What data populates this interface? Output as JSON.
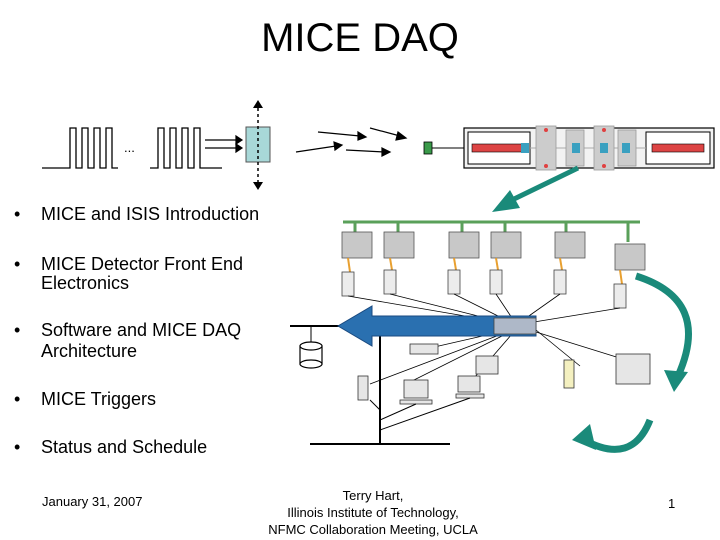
{
  "slide": {
    "title": "MICE DAQ",
    "pulse_ellipsis": "...",
    "bullets": [
      {
        "text": "MICE and ISIS Introduction"
      },
      {
        "text": "MICE Detector Front End",
        "text2": "Electronics"
      },
      {
        "text": "Software and MICE DAQ",
        "text2": "Architecture"
      },
      {
        "text": "MICE Triggers"
      },
      {
        "text": "Status and Schedule"
      }
    ],
    "bullet_glyph": "•",
    "footer": {
      "date": "January 31, 2007",
      "author_line1": "Terry Hart,",
      "author_line2": "Illinois Institute of Technology,",
      "author_line3": "NFMC Collaboration Meeting, UCLA",
      "page": "1"
    }
  },
  "colors": {
    "network_green": "#5aa05a",
    "arrow_teal": "#1a8a7a",
    "arrow_blue": "#2a70b0",
    "accent_orange": "#e8a030"
  }
}
